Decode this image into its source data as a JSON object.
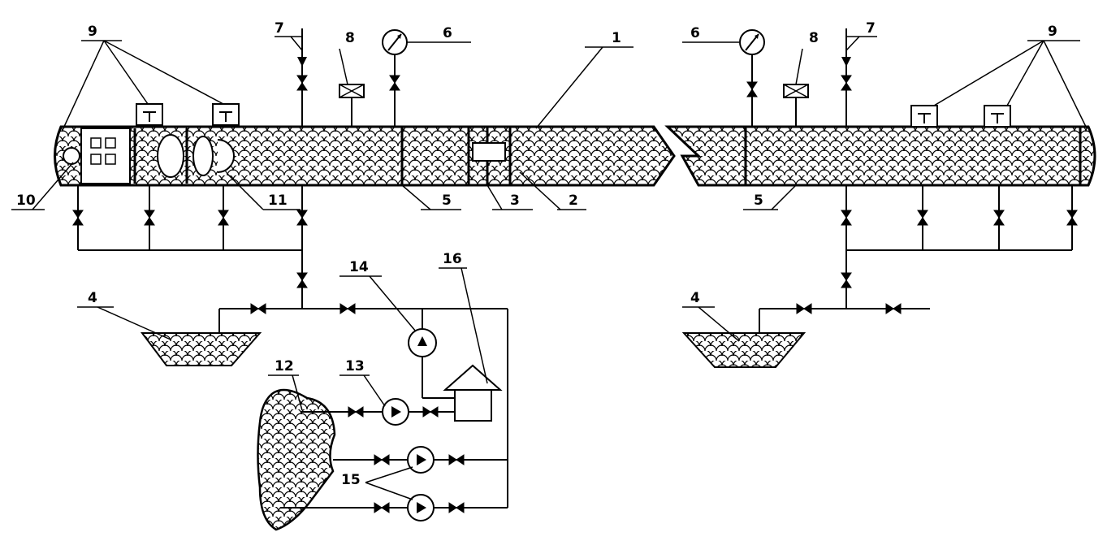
{
  "labels": {
    "l1": "1",
    "l2": "2",
    "l3": "3",
    "l4a": "4",
    "l4b": "4",
    "l5a": "5",
    "l5b": "5",
    "l6a": "6",
    "l6b": "6",
    "l7a": "7",
    "l7b": "7",
    "l8a": "8",
    "l8b": "8",
    "l9a": "9",
    "l9b": "9",
    "l10": "10",
    "l11": "11",
    "l12": "12",
    "l13": "13",
    "l14": "14",
    "l15": "15",
    "l16": "16"
  },
  "icons": [
    "valve-icon",
    "pump-icon",
    "pressure-gauge-icon",
    "flow-meter-icon",
    "tank-icon",
    "pit-icon",
    "pipeline-icon"
  ]
}
